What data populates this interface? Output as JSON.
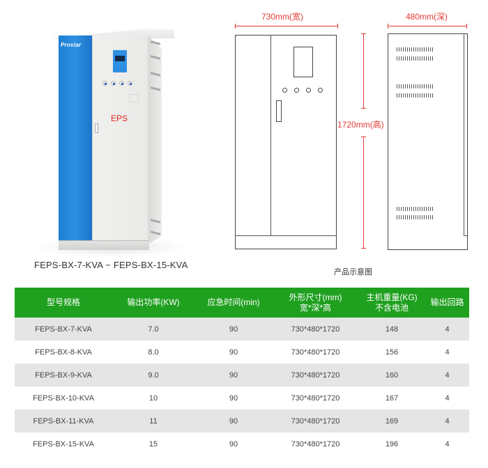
{
  "product_photo": {
    "brand_logo": "Prostar",
    "panel_label": "EPS",
    "caption": "FEPS-BX-7-KVA ~ FEPS-BX-15-KVA"
  },
  "drawing": {
    "width_label": "730mm(宽)",
    "depth_label": "480mm(深)",
    "height_label": "1720mm(高)",
    "caption": "产品示意图",
    "dimension_color": "#e53935"
  },
  "spec_table": {
    "header_color": "#1fa01f",
    "alt_row_color": "#e5e5e5",
    "columns": [
      {
        "line1": "型号规格",
        "line2": ""
      },
      {
        "line1": "输出功率(KW)",
        "line2": ""
      },
      {
        "line1": "应急时间(min)",
        "line2": ""
      },
      {
        "line1": "外形尺寸(mm)",
        "line2": "宽*深*高"
      },
      {
        "line1": "主机重量(KG)",
        "line2": "不含电池"
      },
      {
        "line1": "输出回路",
        "line2": ""
      }
    ],
    "rows": [
      {
        "model": "FEPS-BX-7-KVA",
        "power": "7.0",
        "time": "90",
        "size": "730*480*1720",
        "weight": "148",
        "circuits": "4"
      },
      {
        "model": "FEPS-BX-8-KVA",
        "power": "8.0",
        "time": "90",
        "size": "730*480*1720",
        "weight": "156",
        "circuits": "4"
      },
      {
        "model": "FEPS-BX-9-KVA",
        "power": "9.0",
        "time": "90",
        "size": "730*480*1720",
        "weight": "160",
        "circuits": "4"
      },
      {
        "model": "FEPS-BX-10-KVA",
        "power": "10",
        "time": "90",
        "size": "730*480*1720",
        "weight": "167",
        "circuits": "4"
      },
      {
        "model": "FEPS-BX-11-KVA",
        "power": "11",
        "time": "90",
        "size": "730*480*1720",
        "weight": "169",
        "circuits": "4"
      },
      {
        "model": "FEPS-BX-15-KVA",
        "power": "15",
        "time": "90",
        "size": "730*480*1720",
        "weight": "196",
        "circuits": "4"
      }
    ]
  }
}
